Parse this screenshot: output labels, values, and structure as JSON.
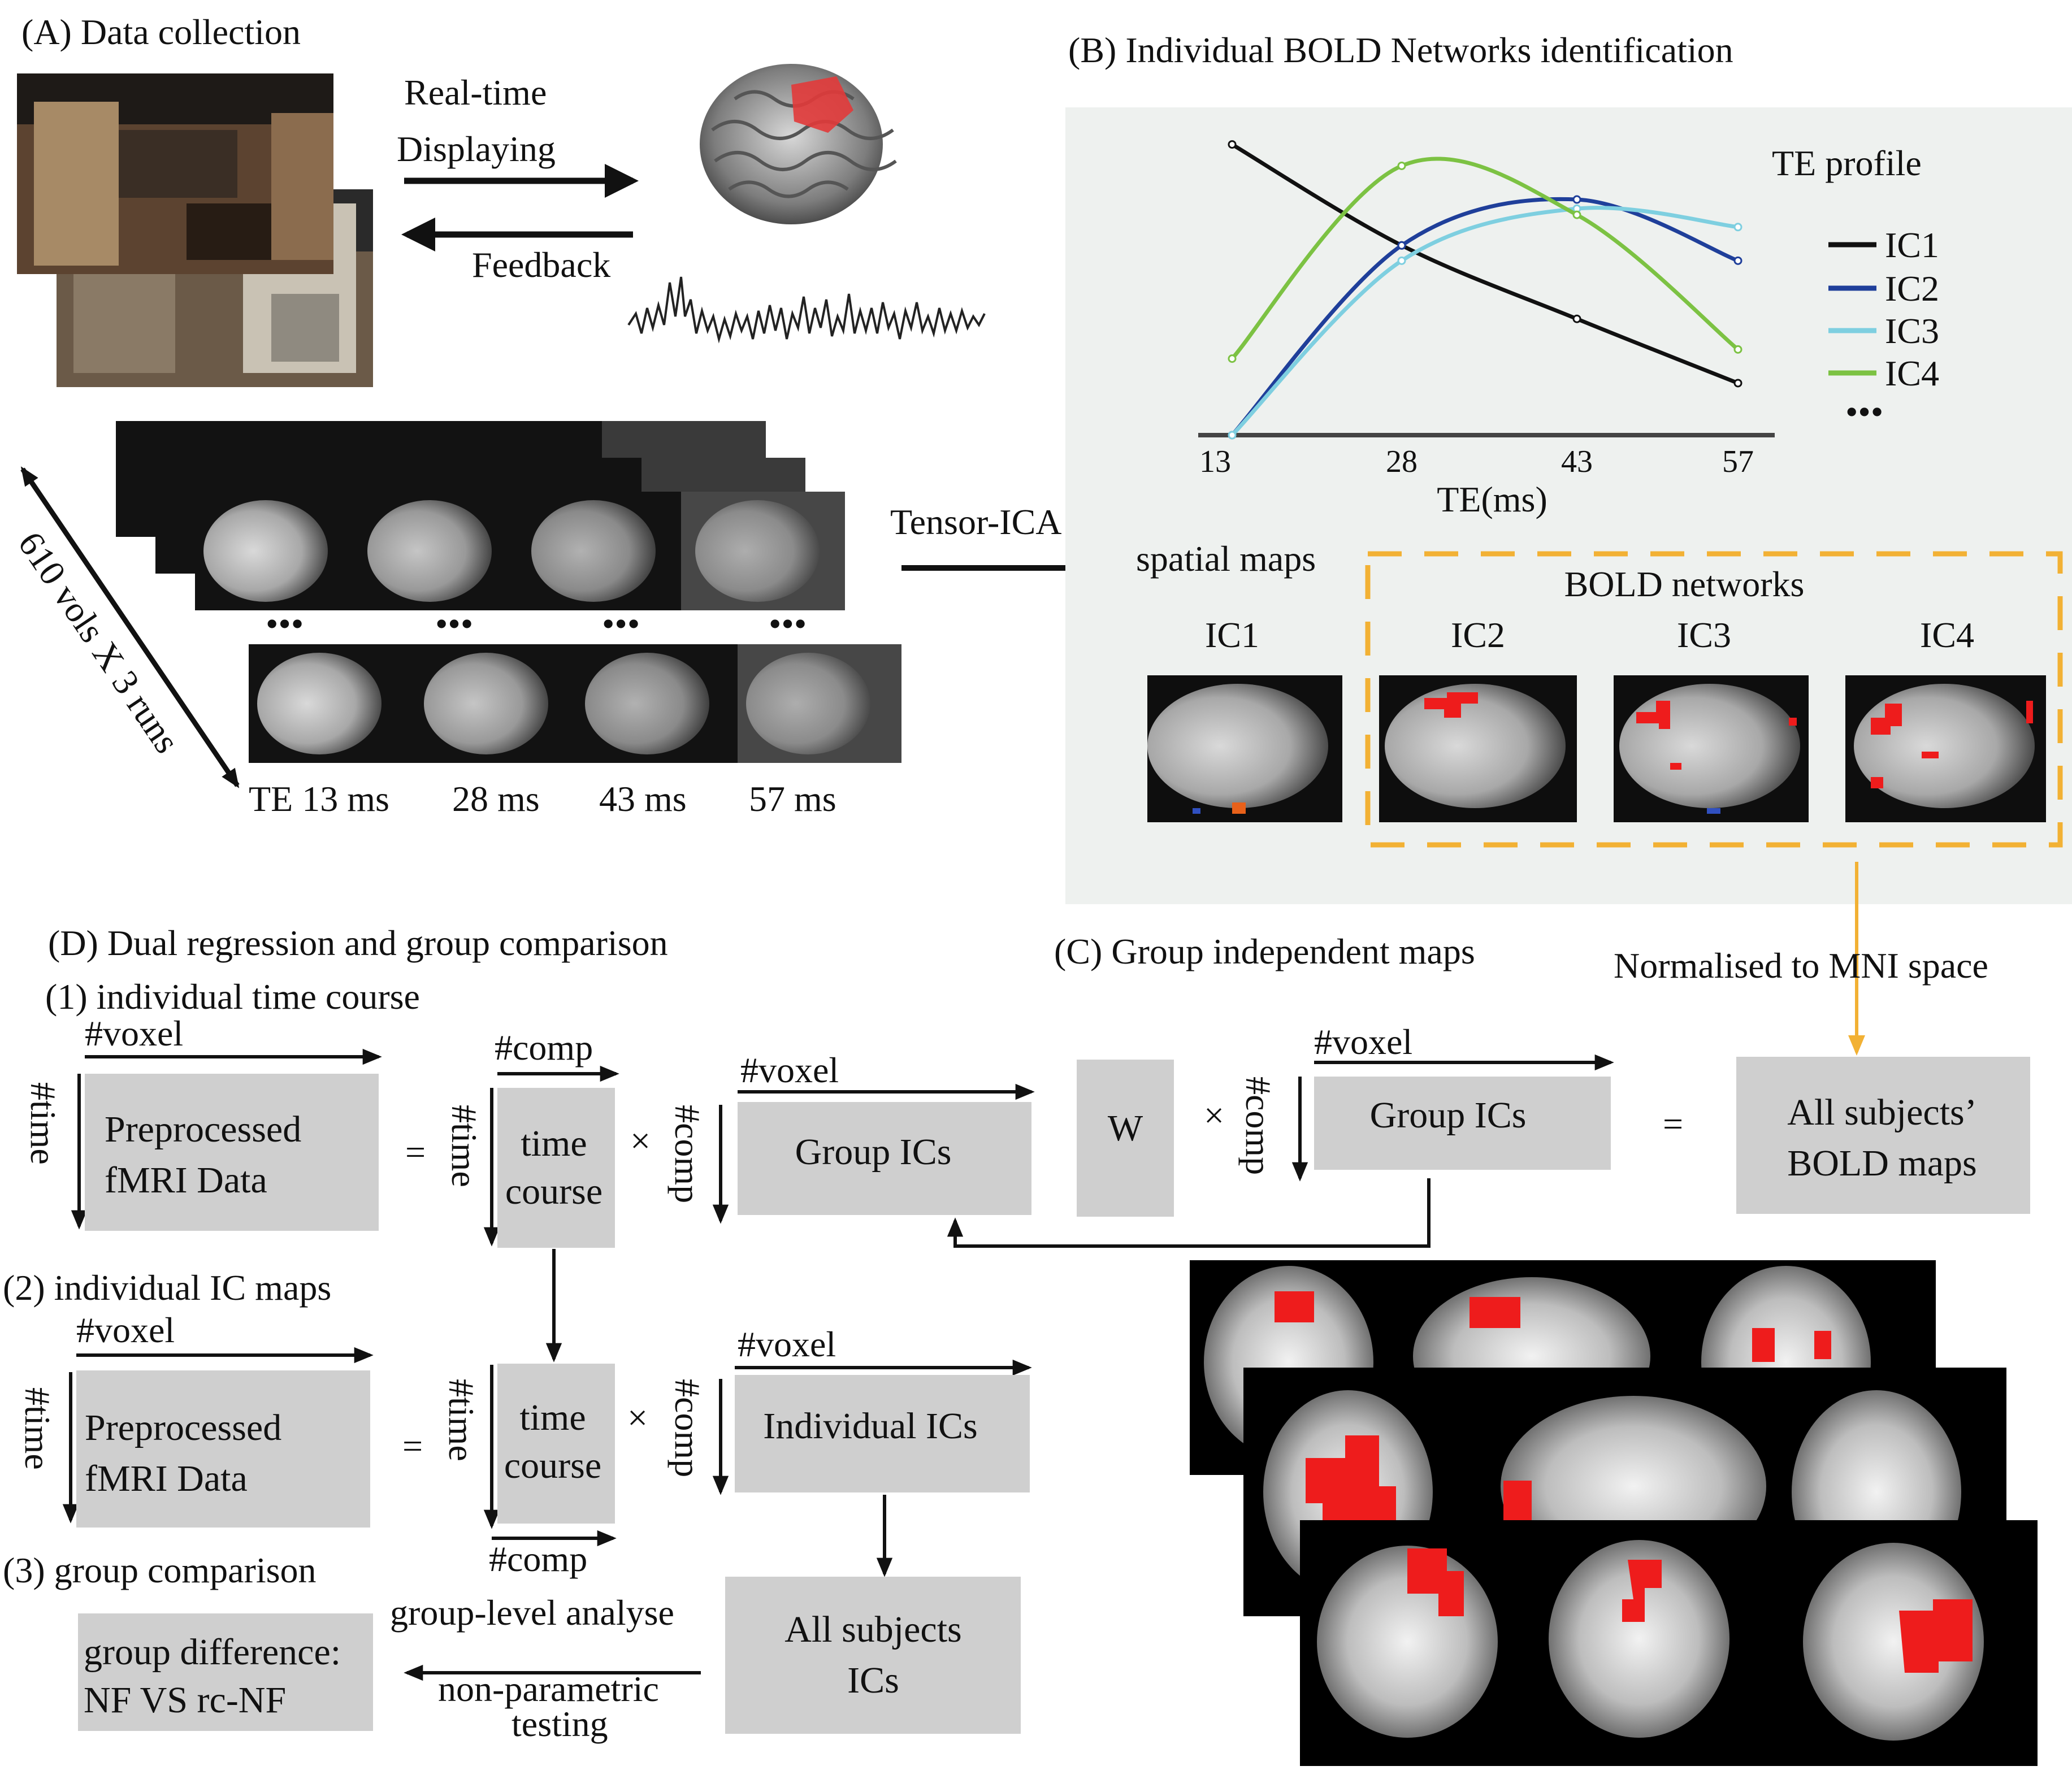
{
  "panels": {
    "a_title": "(A) Data collection",
    "b_title": "(B) Individual BOLD Networks identification",
    "c_title": "(C) Group independent maps",
    "d_title": "(D) Dual regression and group comparison"
  },
  "panel_a": {
    "realtime_line1": "Real-time",
    "realtime_line2": "Displaying",
    "feedback": "Feedback",
    "vols_runs": "610 vols X 3 runs",
    "ellipsis": "•••",
    "te_labels": [
      "TE 13 ms",
      "28 ms",
      "43 ms",
      "57 ms"
    ],
    "tensor_ica": "Tensor-ICA"
  },
  "panel_b": {
    "legend_title": "TE profile",
    "legend_items": [
      "IC1",
      "IC2",
      "IC3",
      "IC4"
    ],
    "legend_more": "•••",
    "xlabel": "TE(ms)",
    "xticks": [
      "13",
      "28",
      "43",
      "57"
    ],
    "spatial_maps": "spatial maps",
    "bold_networks": "BOLD networks",
    "map_labels": [
      "IC1",
      "IC2",
      "IC3",
      "IC4"
    ]
  },
  "panel_c": {
    "normalised": "Normalised to MNI space",
    "voxel": "#voxel",
    "comp": "#comp",
    "w": "W",
    "times": "×",
    "group_ics": "Group ICs",
    "all_maps_line1": "All subjects’",
    "all_maps_line2": "BOLD maps"
  },
  "panel_d": {
    "step1": "(1) individual time course",
    "step2": "(2) individual IC maps",
    "step3": "(3) group comparison",
    "voxel": "#voxel",
    "time": "#time",
    "comp": "#comp",
    "times": "×",
    "preprocessed_line1": "Preprocessed",
    "preprocessed_line2": "fMRI Data",
    "tc_line1": "time",
    "tc_line2": "course",
    "group_ics": "Group ICs",
    "individual_ics": "Individual ICs",
    "all_ics_line1": "All subjects",
    "all_ics_line2": "ICs",
    "group_level": "group-level analyse",
    "nonparam_line1": "non-parametric",
    "nonparam_line2": "testing",
    "diff_line1": "group difference:",
    "diff_line2": "NF VS rc-NF"
  },
  "chart_data": {
    "type": "line",
    "x": [
      13,
      28,
      43,
      57
    ],
    "xlabel": "TE(ms)",
    "legend_title": "TE profile",
    "legend_position": "right",
    "series": [
      {
        "name": "IC1",
        "color": "#111111",
        "values": [
          0.95,
          0.62,
          0.38,
          0.17
        ]
      },
      {
        "name": "IC2",
        "color": "#1f3f9a",
        "values": [
          0.0,
          0.62,
          0.77,
          0.57
        ]
      },
      {
        "name": "IC3",
        "color": "#7ecfe0",
        "values": [
          0.0,
          0.57,
          0.74,
          0.68
        ]
      },
      {
        "name": "IC4",
        "color": "#7cc243",
        "values": [
          0.25,
          0.88,
          0.72,
          0.28
        ]
      }
    ]
  },
  "colors": {
    "box_fill": "#cfcfcf",
    "panel_b_bg": "#eef1ef",
    "dash_orange": "#f2b134",
    "activation_red": "#ee1c1c"
  }
}
